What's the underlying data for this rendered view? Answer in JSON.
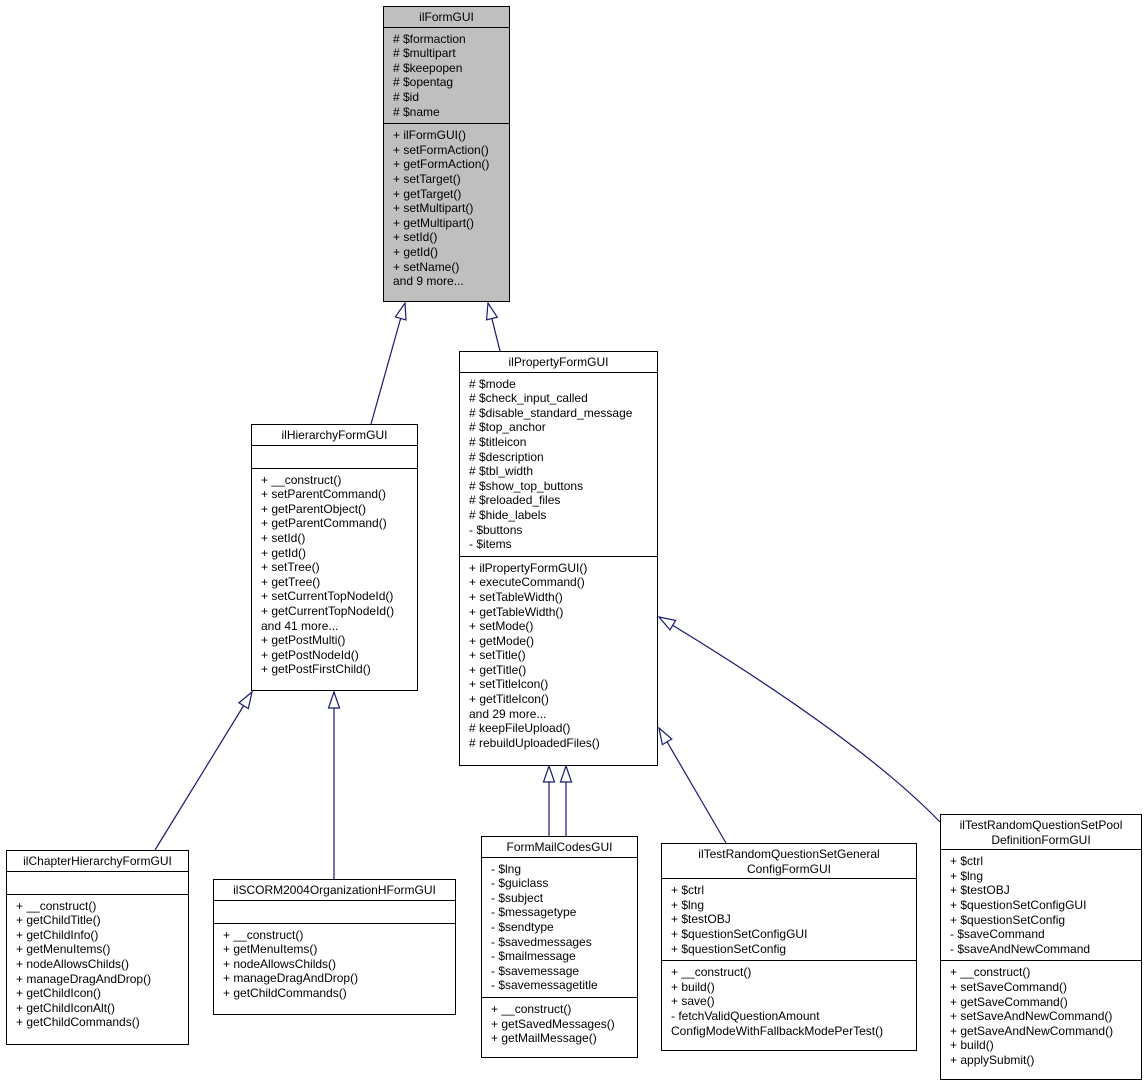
{
  "classes": {
    "ilFormGUI": {
      "title": [
        "ilFormGUI"
      ],
      "attributes": [
        "# $formaction",
        "# $multipart",
        "# $keepopen",
        "# $opentag",
        "# $id",
        "# $name"
      ],
      "methods": [
        "+ ilFormGUI()",
        "+ setFormAction()",
        "+ getFormAction()",
        "+ setTarget()",
        "+ getTarget()",
        "+ setMultipart()",
        "+ getMultipart()",
        "+ setId()",
        "+ getId()",
        "+ setName()",
        "and 9 more..."
      ]
    },
    "ilPropertyFormGUI": {
      "title": [
        "ilPropertyFormGUI"
      ],
      "attributes": [
        "# $mode",
        "# $check_input_called",
        "# $disable_standard_message",
        "# $top_anchor",
        "# $titleicon",
        "# $description",
        "# $tbl_width",
        "# $show_top_buttons",
        "# $reloaded_files",
        "# $hide_labels",
        "- $buttons",
        "- $items"
      ],
      "methods": [
        "+ ilPropertyFormGUI()",
        "+ executeCommand()",
        "+ setTableWidth()",
        "+ getTableWidth()",
        "+ setMode()",
        "+ getMode()",
        "+ setTitle()",
        "+ getTitle()",
        "+ setTitleIcon()",
        "+ getTitleIcon()",
        "and 29 more...",
        "# keepFileUpload()",
        "# rebuildUploadedFiles()"
      ]
    },
    "ilHierarchyFormGUI": {
      "title": [
        "ilHierarchyFormGUI"
      ],
      "attributes": [],
      "methods": [
        "+ __construct()",
        "+ setParentCommand()",
        "+ getParentObject()",
        "+ getParentCommand()",
        "+ setId()",
        "+ getId()",
        "+ setTree()",
        "+ getTree()",
        "+ setCurrentTopNodeId()",
        "+ getCurrentTopNodeId()",
        "and 41 more...",
        "+ getPostMulti()",
        "+ getPostNodeId()",
        "+ getPostFirstChild()"
      ]
    },
    "ilChapterHierarchyFormGUI": {
      "title": [
        "ilChapterHierarchyFormGUI"
      ],
      "attributes": [],
      "methods": [
        "+ __construct()",
        "+ getChildTitle()",
        "+ getChildInfo()",
        "+ getMenuItems()",
        "+ nodeAllowsChilds()",
        "+ manageDragAndDrop()",
        "+ getChildIcon()",
        "+ getChildIconAlt()",
        "+ getChildCommands()"
      ]
    },
    "ilSCORM2004OrganizationHFormGUI": {
      "title": [
        "ilSCORM2004OrganizationHFormGUI"
      ],
      "attributes": [],
      "methods": [
        "+ __construct()",
        "+ getMenuItems()",
        "+ nodeAllowsChilds()",
        "+ manageDragAndDrop()",
        "+ getChildCommands()"
      ]
    },
    "FormMailCodesGUI": {
      "title": [
        "FormMailCodesGUI"
      ],
      "attributes": [
        "- $lng",
        "- $guiclass",
        "- $subject",
        "- $messagetype",
        "- $sendtype",
        "- $savedmessages",
        "- $mailmessage",
        "- $savemessage",
        "- $savemessagetitle"
      ],
      "methods": [
        "+ __construct()",
        "+ getSavedMessages()",
        "+ getMailMessage()"
      ]
    },
    "ilTestRandomQuestionSetGeneralConfigFormGUI": {
      "title": [
        "ilTestRandomQuestionSetGeneral",
        "ConfigFormGUI"
      ],
      "attributes": [
        "+ $ctrl",
        "+ $lng",
        "+ $testOBJ",
        "+ $questionSetConfigGUI",
        "+ $questionSetConfig"
      ],
      "methods": [
        "+ __construct()",
        "+ build()",
        "+ save()",
        "- fetchValidQuestionAmount",
        "ConfigModeWithFallbackModePerTest()"
      ]
    },
    "ilTestRandomQuestionSetPoolDefinitionFormGUI": {
      "title": [
        "ilTestRandomQuestionSetPool",
        "DefinitionFormGUI"
      ],
      "attributes": [
        "+ $ctrl",
        "+ $lng",
        "+ $testOBJ",
        "+ $questionSetConfigGUI",
        "+ $questionSetConfig",
        "- $saveCommand",
        "- $saveAndNewCommand"
      ],
      "methods": [
        "+ __construct()",
        "+ setSaveCommand()",
        "+ getSaveCommand()",
        "+ setSaveAndNewCommand()",
        "+ getSaveAndNewCommand()",
        "+ build()",
        "+ applySubmit()"
      ]
    }
  },
  "colors": {
    "highlight_fill": "#bfbfbf",
    "edge_stroke": "#191970",
    "box_border": "#000000"
  }
}
